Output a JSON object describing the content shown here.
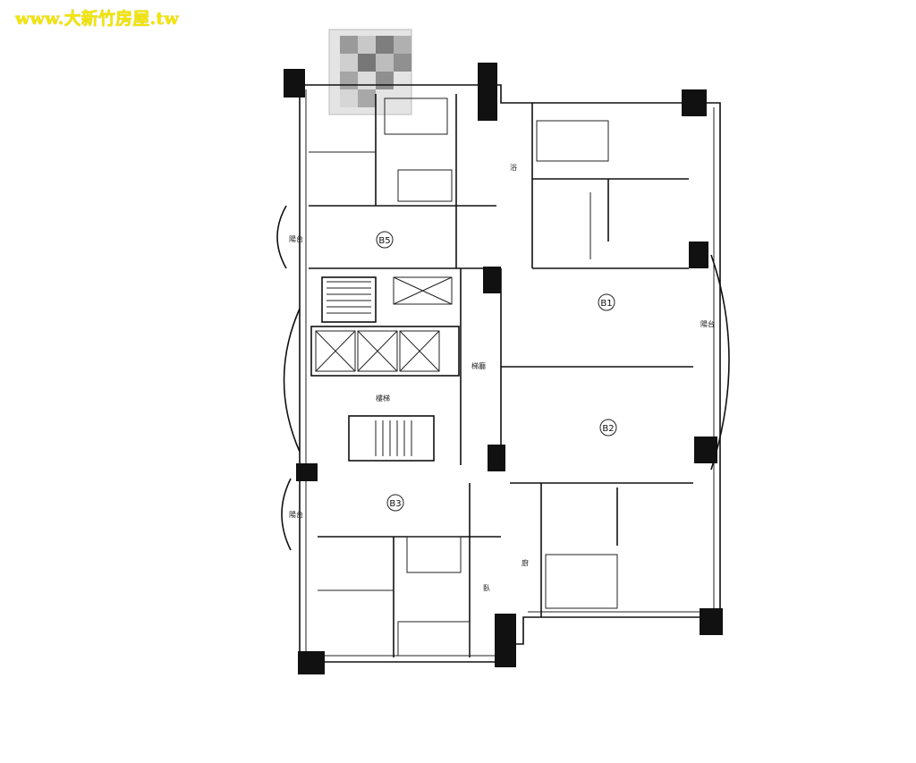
{
  "watermark": "www.大新竹房屋.tw",
  "plan": {
    "units": [
      "B1",
      "B2",
      "B3",
      "B5"
    ],
    "rooms": [
      "陽台",
      "電梯",
      "梯廳",
      "樓梯",
      "浴",
      "廚",
      "臥"
    ]
  }
}
